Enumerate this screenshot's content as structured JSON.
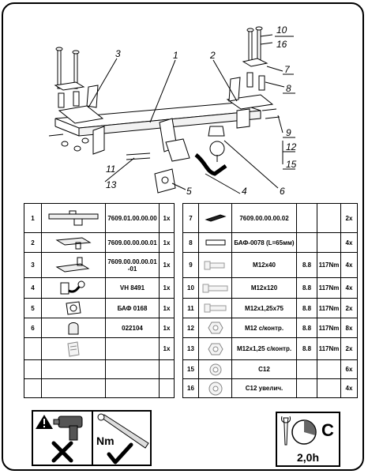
{
  "diagram": {
    "callouts": [
      "1",
      "2",
      "3",
      "4",
      "5",
      "6",
      "7",
      "8",
      "9",
      "10",
      "11",
      "12",
      "13",
      "15",
      "16"
    ]
  },
  "left_table": [
    {
      "num": "1",
      "code": "7609.01.00.00.00",
      "qty": "1x"
    },
    {
      "num": "2",
      "code": "7609.00.00.00.01",
      "qty": "1x"
    },
    {
      "num": "3",
      "code": "7609.00.00.00.01 -01",
      "qty": "1x"
    },
    {
      "num": "4",
      "code": "VH 8491",
      "qty": "1x"
    },
    {
      "num": "5",
      "code": "БАФ 0168",
      "qty": "1x"
    },
    {
      "num": "6",
      "code": "022104",
      "qty": "1x"
    },
    {
      "num": "",
      "code": "",
      "qty": "1x"
    },
    {
      "num": "",
      "code": "",
      "qty": ""
    },
    {
      "num": "",
      "code": "",
      "qty": ""
    }
  ],
  "right_table": [
    {
      "num": "7",
      "desc": "7609.00.00.00.02",
      "grade": "",
      "torque": "",
      "qty": "2x"
    },
    {
      "num": "8",
      "desc": "БАФ-0078 (L=65мм)",
      "grade": "",
      "torque": "",
      "qty": "4x"
    },
    {
      "num": "9",
      "desc": "M12x40",
      "grade": "8.8",
      "torque": "117Nm",
      "qty": "4x"
    },
    {
      "num": "10",
      "desc": "M12x120",
      "grade": "8.8",
      "torque": "117Nm",
      "qty": "4x"
    },
    {
      "num": "11",
      "desc": "M12x1,25x75",
      "grade": "8.8",
      "torque": "117Nm",
      "qty": "2x"
    },
    {
      "num": "12",
      "desc": "M12 с/контр.",
      "grade": "8.8",
      "torque": "117Nm",
      "qty": "8x"
    },
    {
      "num": "13",
      "desc": "M12x1,25 с/контр.",
      "grade": "8.8",
      "torque": "117Nm",
      "qty": "2x"
    },
    {
      "num": "15",
      "desc": "C12",
      "grade": "",
      "torque": "",
      "qty": "6x"
    },
    {
      "num": "16",
      "desc": "C12 увелич.",
      "grade": "",
      "torque": "",
      "qty": "4x"
    }
  ],
  "tools": {
    "torque_label": "Nm"
  },
  "time": {
    "letter": "C",
    "value": "2,0h"
  }
}
